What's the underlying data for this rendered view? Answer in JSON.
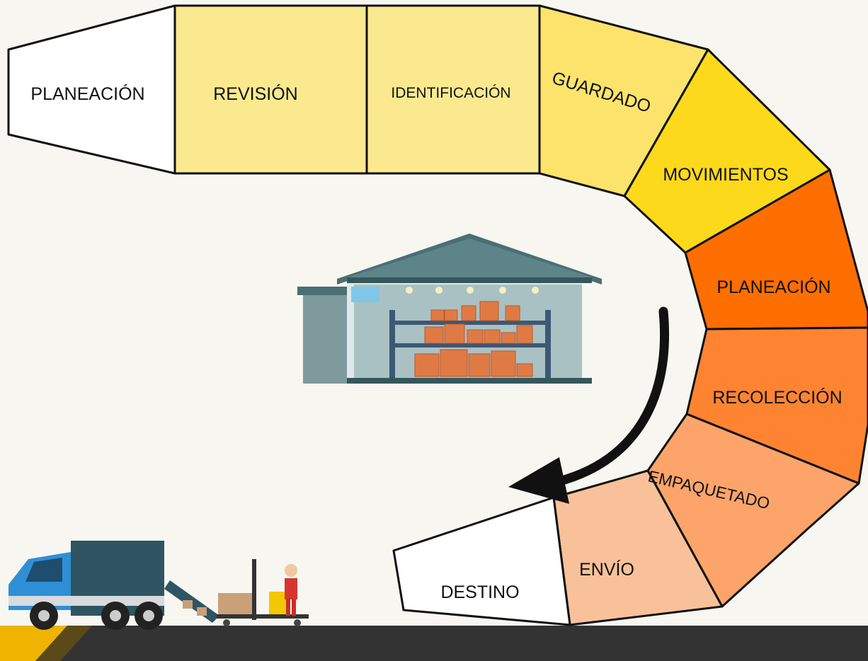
{
  "steps": [
    {
      "label": "PLANEACIÓN",
      "color": "#ffffff"
    },
    {
      "label": "REVISIÓN",
      "color": "#fae98f"
    },
    {
      "label": "IDENTIFICACIÓN",
      "color": "#fae98f"
    },
    {
      "label": "GUARDADO",
      "color": "#fce36b"
    },
    {
      "label": "MOVIMIENTOS",
      "color": "#fdd91b"
    },
    {
      "label": "PLANEACIÓN",
      "color": "#ff6e00"
    },
    {
      "label": "RECOLECCIÓN",
      "color": "#fe8432"
    },
    {
      "label": "EMPAQUETADO",
      "color": "#fca46a"
    },
    {
      "label": "ENVÍO",
      "color": "#f8c199"
    },
    {
      "label": "DESTINO",
      "color": "#ffffff"
    }
  ],
  "colors": {
    "background": "#f7f6f1",
    "footer_bar": "#333333",
    "footer_accent": "#f0b400",
    "arrow": "#111111",
    "warehouse_roof": "#4a6f74",
    "warehouse_wall": "#a9c1c3",
    "boxes": "#e07a45",
    "truck_cab": "#2e8fd6",
    "truck_cargo": "#2e5561"
  },
  "icons": {
    "warehouse": "warehouse-illustration",
    "truck": "truck-loading-illustration",
    "arrow": "curved-arrow-icon"
  }
}
